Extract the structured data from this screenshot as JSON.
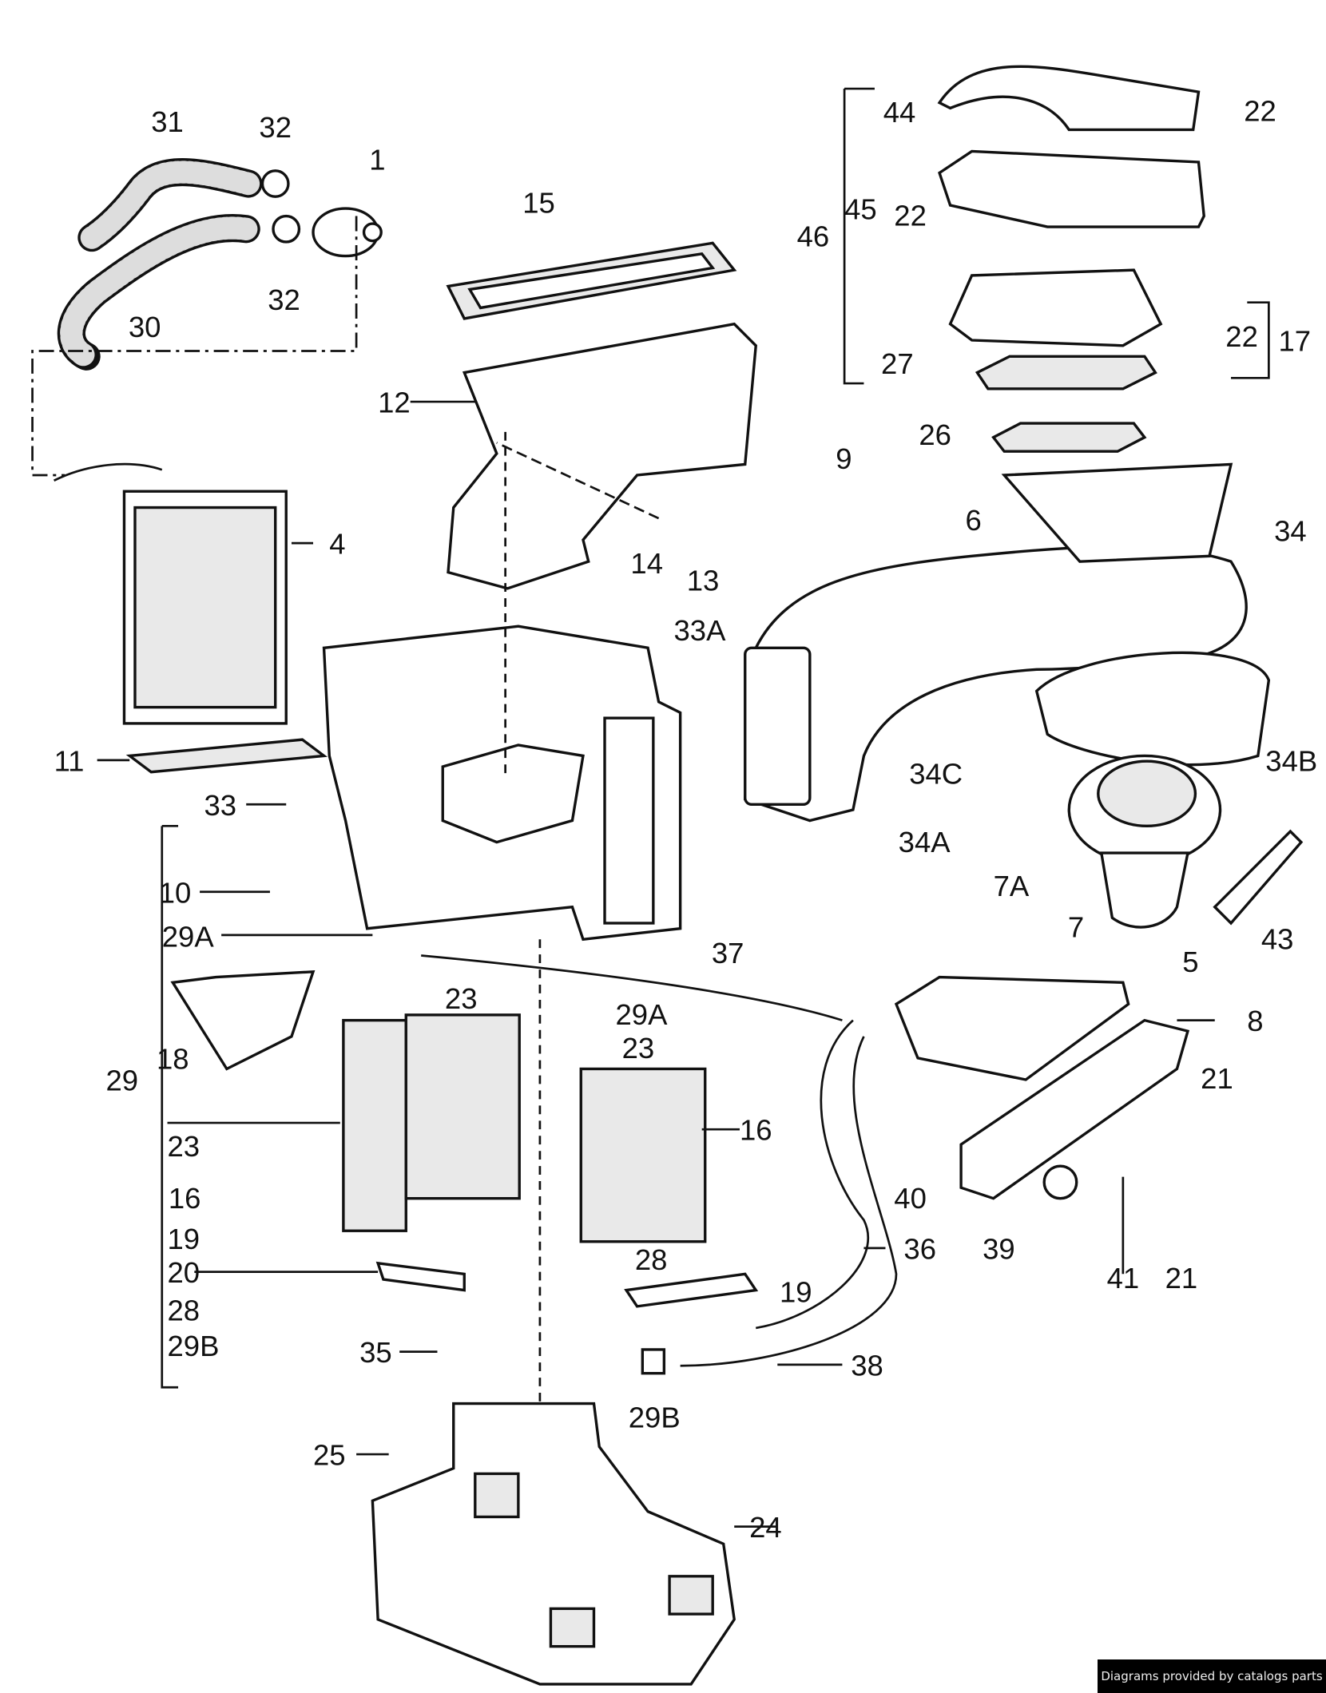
{
  "diagram": {
    "labels": [
      "31",
      "32",
      "1",
      "15",
      "32",
      "30",
      "44",
      "22",
      "45",
      "22",
      "46",
      "22",
      "17",
      "27",
      "12",
      "26",
      "9",
      "4",
      "14",
      "13",
      "6",
      "34",
      "33A",
      "11",
      "34B",
      "34C",
      "33",
      "34A",
      "10",
      "7A",
      "7",
      "37",
      "29A",
      "5",
      "43",
      "23",
      "29A",
      "8",
      "23",
      "18",
      "29",
      "21",
      "16",
      "23",
      "40",
      "16",
      "39",
      "36",
      "41",
      "21",
      "19",
      "20",
      "28",
      "19",
      "28",
      "29B",
      "35",
      "38",
      "29B",
      "25",
      "24"
    ]
  },
  "footer": {
    "credit": "Diagrams provided by catalogs parts"
  }
}
